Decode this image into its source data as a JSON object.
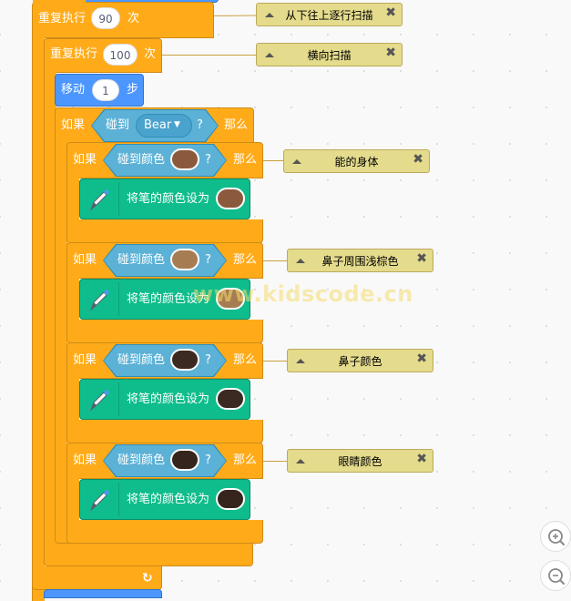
{
  "workspace": {
    "repeat_outer": {
      "label": "重复执行",
      "value": "90",
      "suffix": "次"
    },
    "repeat_inner": {
      "label": "重复执行",
      "value": "100",
      "suffix": "次"
    },
    "move": {
      "label": "移动",
      "value": "1",
      "suffix": "步"
    },
    "if_touching": {
      "if_label": "如果",
      "touching_label": "碰到",
      "sprite": "Bear",
      "question": "?",
      "then_label": "那么"
    },
    "color_ifs": [
      {
        "if_label": "如果",
        "touching_color_label": "碰到颜色",
        "color": "#8b5a3c",
        "question": "?",
        "then_label": "那么",
        "set_pen_label": "将笔的颜色设为",
        "pen_color": "#8b5a3c"
      },
      {
        "if_label": "如果",
        "touching_color_label": "碰到颜色",
        "color": "#a67c52",
        "question": "?",
        "then_label": "那么",
        "set_pen_label": "将笔的颜色设为",
        "pen_color": "#a67c52"
      },
      {
        "if_label": "如果",
        "touching_color_label": "碰到颜色",
        "color": "#3a2a22",
        "question": "?",
        "then_label": "那么",
        "set_pen_label": "将笔的颜色设为",
        "pen_color": "#3a2a22"
      },
      {
        "if_label": "如果",
        "touching_color_label": "碰到颜色",
        "color": "#35251c",
        "question": "?",
        "then_label": "那么",
        "set_pen_label": "将笔的颜色设为",
        "pen_color": "#35251c"
      }
    ],
    "loop_arrow": "↻"
  },
  "comments": [
    {
      "text": "从下往上逐行扫描"
    },
    {
      "text": "横向扫描"
    },
    {
      "text": "能的身体"
    },
    {
      "text": "鼻子周围浅棕色"
    },
    {
      "text": "鼻子颜色"
    },
    {
      "text": "眼睛颜色"
    }
  ],
  "comment_close": "✖",
  "watermark": "www.kidscode.cn",
  "zoom_controls": {
    "zoom_in": "zoom-in",
    "zoom_out": "zoom-out"
  },
  "colors": {
    "control": "#ffab19",
    "motion": "#4c97ff",
    "sensing": "#5cb1d6",
    "pen": "#0fbd8c",
    "comment": "#e4db8c"
  }
}
